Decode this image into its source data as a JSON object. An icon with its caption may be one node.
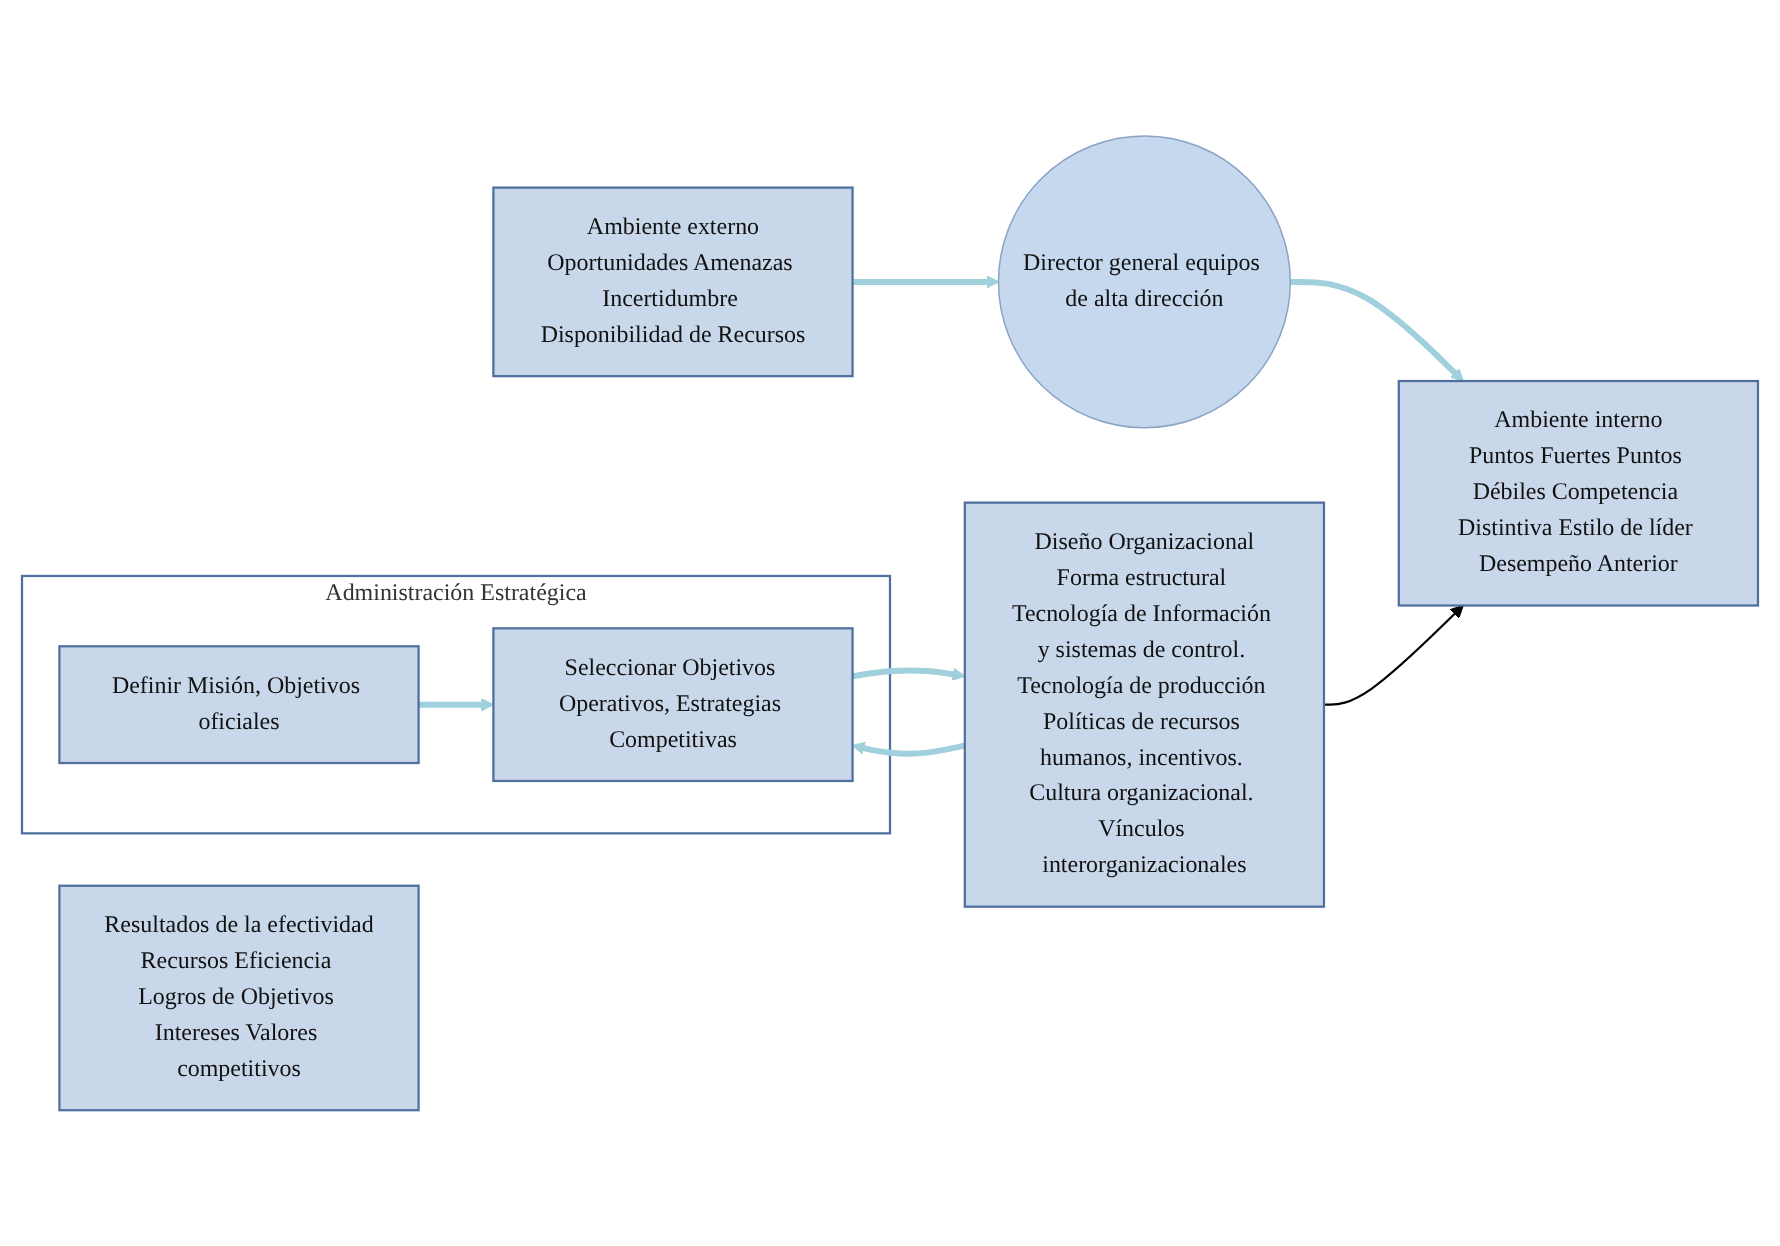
{
  "diagram": {
    "nodes": [
      {
        "text": [
          "Ambiente externo",
          "Oportunidades Amenazas Incertidumbre Disponibilidad de Recursos"
        ]
      },
      {
        "text": [
          "Director general equipos de alta dirección"
        ]
      },
      {
        "text": [
          "Ambiente interno",
          "Puntos Fuertes Puntos Débiles Competencia Distintiva Estilo de líder Desempeño Anterior"
        ]
      },
      {
        "text": [
          "Administración Estratégica"
        ]
      },
      {
        "text": [
          "Definir Misión, Objetivos oficiales"
        ],
        "in": 3
      },
      {
        "text": [
          "Seleccionar Objetivos Operativos, Estrategias Competitivas"
        ],
        "in": 3
      },
      {
        "text": [
          "Resultados de la efectividad",
          "Recursos Eficiencia Logros de Objetivos Intereses Valores competitivos"
        ]
      },
      {
        "text": [
          "Diseño Organizacional",
          "Forma estructural Tecnología de Información y sistemas de control. Tecnología de producción Políticas de recursos humanos, incentivos. Cultura organizacional. Vínculos interorganizacionales"
        ]
      }
    ],
    "edges": [
      {
        "from": 0,
        "to": 1,
        "arrow": "to"
      },
      {
        "from": 1,
        "to": 2,
        "arrow": "to"
      },
      {
        "from": 4,
        "to": 5,
        "arrow": "to"
      },
      {
        "from": 7,
        "to": 5,
        "arrow": "to"
      },
      {
        "from": 5,
        "to": 7,
        "arrow": "to"
      },
      {
        "from": 7,
        "to": 2,
        "arrow": "to",
        "color": "#000000"
      }
    ]
  }
}
